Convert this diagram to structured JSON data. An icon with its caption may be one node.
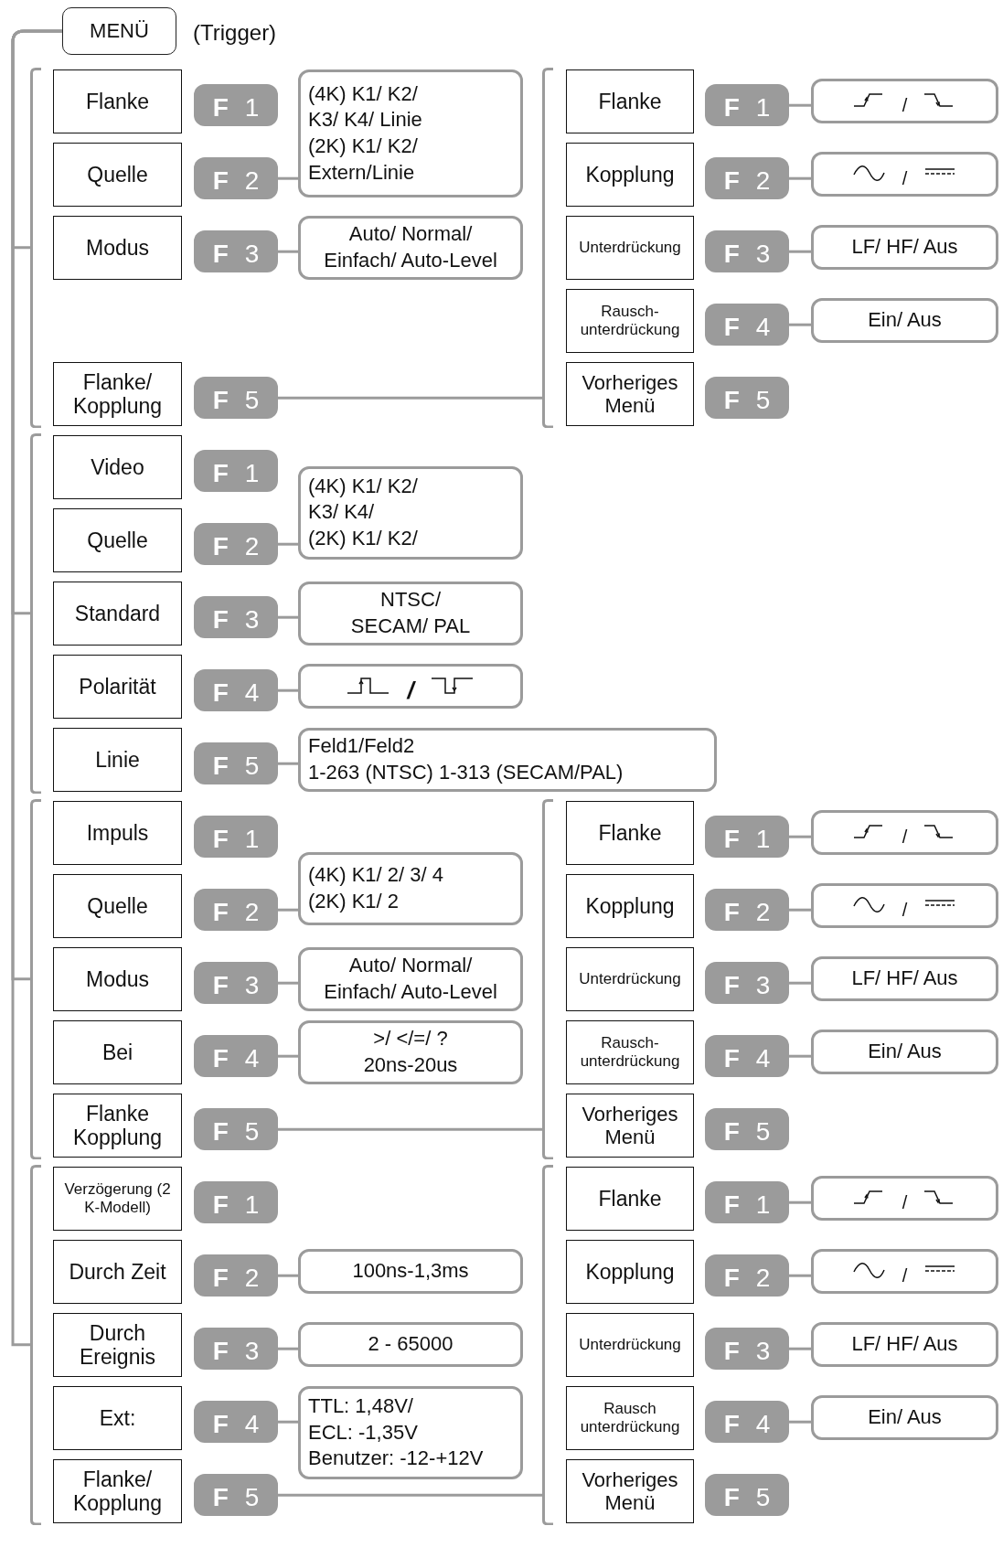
{
  "diagram": {
    "nodes": [
      {
        "text": [
          "MENÜ"
        ]
      },
      {
        "text": [],
        "shape": "bar"
      },
      {
        "text": [
          "Flanke"
        ]
      },
      {
        "text": [
          "**F** 1"
        ]
      },
      {
        "text": [
          "Quelle"
        ]
      },
      {
        "text": [
          "**F** 2"
        ]
      },
      {
        "text": [
          "(4K) K1/ K2/ K3/ K4/ Linie",
          "(2K) K1/ K2/ Extern/Linie"
        ]
      },
      {
        "text": [
          "Modus"
        ]
      },
      {
        "text": [
          "**F** 3"
        ]
      },
      {
        "text": [
          "Auto/ Normal/ Einfach/ Auto-Level"
        ]
      },
      {
        "text": [
          "Flanke/ Kopplung"
        ]
      },
      {
        "text": [
          "**F** 5"
        ]
      },
      {
        "text": [],
        "shape": "bar"
      },
      {
        "text": [
          "Flanke"
        ]
      },
      {
        "text": [
          "**F** 1"
        ]
      },
      {
        "text": [
          "/"
        ]
      },
      {
        "text": [
          "Kopplung"
        ]
      },
      {
        "text": [
          "**F** 2"
        ]
      },
      {
        "text": [
          "/"
        ]
      },
      {
        "text": [
          "Unterdrückung"
        ]
      },
      {
        "text": [
          "**F** 3"
        ]
      },
      {
        "text": [
          "LF/ HF/ Aus"
        ]
      },
      {
        "text": [
          "Rausch- unterdrückung"
        ]
      },
      {
        "text": [
          "**F** 4"
        ]
      },
      {
        "text": [
          "Ein/ Aus"
        ]
      },
      {
        "text": [
          "Vorheriges Menü"
        ]
      },
      {
        "text": [
          "**F** 5"
        ]
      },
      {
        "text": [],
        "shape": "bar"
      },
      {
        "text": [
          "Video"
        ]
      },
      {
        "text": [
          "**F** 1"
        ]
      },
      {
        "text": [
          "Quelle"
        ]
      },
      {
        "text": [
          "**F** 2"
        ]
      },
      {
        "text": [
          "(4K) K1/ K2/ K3/ K4/",
          "(2K) K1/ K2/"
        ]
      },
      {
        "text": [
          "Standard"
        ]
      },
      {
        "text": [
          "**F** 3"
        ]
      },
      {
        "text": [
          "NTSC/ SECAM/ PAL"
        ]
      },
      {
        "text": [
          "Polarität"
        ]
      },
      {
        "text": [
          "**F** 4"
        ]
      },
      {
        "text": [
          "/"
        ]
      },
      {
        "text": [
          "Linie"
        ]
      },
      {
        "text": [
          "**F** 5"
        ]
      },
      {
        "text": [
          "Feld1/Feld2",
          "1-263 (NTSC) 1-313 (SECAM/PAL)"
        ]
      },
      {
        "text": [],
        "shape": "bar"
      },
      {
        "text": [
          "Impuls"
        ]
      },
      {
        "text": [
          "**F** 1"
        ]
      },
      {
        "text": [
          "Quelle"
        ]
      },
      {
        "text": [
          "**F** 2"
        ]
      },
      {
        "text": [
          "(4K) K1/ 2/ 3/ 4",
          "(2K) K1/ 2"
        ]
      },
      {
        "text": [
          "Modus"
        ]
      },
      {
        "text": [
          "**F** 3"
        ]
      },
      {
        "text": [
          "Auto/ Normal/ Einfach/ Auto-Level"
        ]
      },
      {
        "text": [
          "Bei"
        ]
      },
      {
        "text": [
          "**F** 4"
        ]
      },
      {
        "text": [
          ">/ </=/ ?",
          "20ns-20us"
        ]
      },
      {
        "text": [
          "Flanke Kopplung"
        ]
      },
      {
        "text": [
          "**F** 5"
        ]
      },
      {
        "text": [],
        "shape": "bar"
      },
      {
        "text": [
          "Flanke"
        ]
      },
      {
        "text": [
          "**F** 1"
        ]
      },
      {
        "text": [
          "/"
        ]
      },
      {
        "text": [
          "Kopplung"
        ]
      },
      {
        "text": [
          "**F** 2"
        ]
      },
      {
        "text": [
          "/"
        ]
      },
      {
        "text": [
          "Unterdrückung"
        ]
      },
      {
        "text": [
          "**F** 3"
        ]
      },
      {
        "text": [
          "LF/ HF/ Aus"
        ]
      },
      {
        "text": [
          "Rausch- unterdrückung"
        ]
      },
      {
        "text": [
          "**F** 4"
        ]
      },
      {
        "text": [
          "Ein/ Aus"
        ]
      },
      {
        "text": [
          "Vorheriges Menü"
        ]
      },
      {
        "text": [
          "**F** 5"
        ]
      },
      {
        "text": [],
        "shape": "bar"
      },
      {
        "text": [
          "Verzögerung (2 K-Modell)"
        ]
      },
      {
        "text": [
          "**F** 1"
        ]
      },
      {
        "text": [
          "Durch Zeit"
        ]
      },
      {
        "text": [
          "**F** 2"
        ]
      },
      {
        "text": [
          "100ns-1,3ms"
        ]
      },
      {
        "text": [
          "Durch Ereignis"
        ]
      },
      {
        "text": [
          "**F** 3"
        ]
      },
      {
        "text": [
          "2 - 65000"
        ]
      },
      {
        "text": [
          "Ext:"
        ]
      },
      {
        "text": [
          "**F** 4"
        ]
      },
      {
        "text": [
          "TTL: 1,48V/",
          "ECL: -1,35V",
          "Benutzer: -12-+12V"
        ]
      },
      {
        "text": [
          "Flanke/ Kopplung"
        ]
      },
      {
        "text": [
          "**F** 5"
        ]
      },
      {
        "text": [],
        "shape": "bar"
      },
      {
        "text": [
          "Flanke"
        ]
      },
      {
        "text": [
          "**F** 1"
        ]
      },
      {
        "text": [
          "/"
        ]
      },
      {
        "text": [
          "Kopplung"
        ]
      },
      {
        "text": [
          "**F** 2"
        ]
      },
      {
        "text": [
          "/"
        ]
      },
      {
        "text": [
          "Unterdrückung"
        ]
      },
      {
        "text": [
          "**F** 3"
        ]
      },
      {
        "text": [
          "LF/ HF/ Aus"
        ]
      },
      {
        "text": [
          "Rausch unterdrückung"
        ]
      },
      {
        "text": [
          "**F** 4"
        ]
      },
      {
        "text": [
          "Ein/ Aus"
        ]
      },
      {
        "text": [
          "Vorheriges Menü"
        ]
      },
      {
        "text": [
          "**F** 5"
        ]
      }
    ],
    "edges": [
      {
        "from": 0,
        "to": 1,
        "arrow": "none"
      },
      {
        "from": 0,
        "to": 27,
        "arrow": "none"
      },
      {
        "from": 0,
        "to": 42,
        "arrow": "none"
      },
      {
        "from": 0,
        "to": 71,
        "arrow": "none"
      },
      {
        "from": 5,
        "to": 6,
        "arrow": "none"
      },
      {
        "from": 8,
        "to": 9,
        "arrow": "none"
      },
      {
        "from": 11,
        "to": 12,
        "arrow": "none"
      },
      {
        "from": 14,
        "to": 15,
        "arrow": "none"
      },
      {
        "from": 17,
        "to": 18,
        "arrow": "none"
      },
      {
        "from": 20,
        "to": 21,
        "arrow": "none"
      },
      {
        "from": 23,
        "to": 24,
        "arrow": "none"
      },
      {
        "from": 31,
        "to": 32,
        "arrow": "none"
      },
      {
        "from": 34,
        "to": 35,
        "arrow": "none"
      },
      {
        "from": 37,
        "to": 38,
        "arrow": "none"
      },
      {
        "from": 40,
        "to": 41,
        "arrow": "none"
      },
      {
        "from": 46,
        "to": 47,
        "arrow": "none"
      },
      {
        "from": 49,
        "to": 50,
        "arrow": "none"
      },
      {
        "from": 52,
        "to": 53,
        "arrow": "none"
      },
      {
        "from": 55,
        "to": 56,
        "arrow": "none"
      },
      {
        "from": 58,
        "to": 59,
        "arrow": "none"
      },
      {
        "from": 61,
        "to": 62,
        "arrow": "none"
      },
      {
        "from": 64,
        "to": 65,
        "arrow": "none"
      },
      {
        "from": 67,
        "to": 68,
        "arrow": "none"
      },
      {
        "from": 75,
        "to": 76,
        "arrow": "none"
      },
      {
        "from": 78,
        "to": 79,
        "arrow": "none"
      },
      {
        "from": 81,
        "to": 82,
        "arrow": "none"
      },
      {
        "from": 84,
        "to": 85,
        "arrow": "none"
      },
      {
        "from": 87,
        "to": 88,
        "arrow": "none"
      },
      {
        "from": 90,
        "to": 91,
        "arrow": "none"
      },
      {
        "from": 93,
        "to": 94,
        "arrow": "none"
      },
      {
        "from": 96,
        "to": 97,
        "arrow": "none"
      }
    ],
    "labels": [
      "(Trigger)"
    ]
  }
}
